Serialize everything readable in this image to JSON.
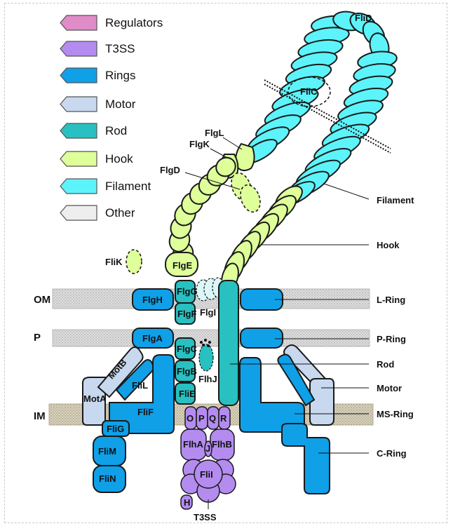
{
  "legend": [
    {
      "label": "Regulators",
      "color": "#e08cc8"
    },
    {
      "label": "T3SS",
      "color": "#b48cf0"
    },
    {
      "label": "Rings",
      "color": "#0fa0e8"
    },
    {
      "label": "Motor",
      "color": "#c8d8ee"
    },
    {
      "label": "Rod",
      "color": "#28c0c0"
    },
    {
      "label": "Hook",
      "color": "#deff9a"
    },
    {
      "label": "Filament",
      "color": "#5cf4fa"
    },
    {
      "label": "Other",
      "color": "#eeeeee"
    }
  ],
  "membranes": {
    "om": "OM",
    "p": "P",
    "im": "IM"
  },
  "parts": {
    "flid": "FliD",
    "flic": "FliC",
    "flgl": "FlgL",
    "flgk": "FlgK",
    "flgd": "FlgD",
    "flik": "FliK",
    "flge": "FlgE",
    "flgh": "FlgH",
    "flgg": "FlgG",
    "flgf": "FlgF",
    "flgi": "FlgI",
    "flga": "FlgA",
    "flgc": "FlgC",
    "flgb": "FlgB",
    "flhj": "FlhJ",
    "flie": "FliE",
    "motb": "MotB",
    "flil": "FliL",
    "mota": "MotA",
    "flif": "FliF",
    "flig": "FliG",
    "flim": "FliM",
    "flin": "FliN",
    "o": "O",
    "p": "P",
    "q": "Q",
    "r": "R",
    "flha": "FlhA",
    "flhb": "FlhB",
    "flii": "FliI",
    "h": "H",
    "j": "J",
    "t3ss": "T3SS"
  },
  "right_labels": {
    "filament": "Filament",
    "hook": "Hook",
    "l_ring": "L-Ring",
    "p_ring": "P-Ring",
    "rod": "Rod",
    "motor": "Motor",
    "ms_ring": "MS-Ring",
    "c_ring": "C-Ring"
  }
}
